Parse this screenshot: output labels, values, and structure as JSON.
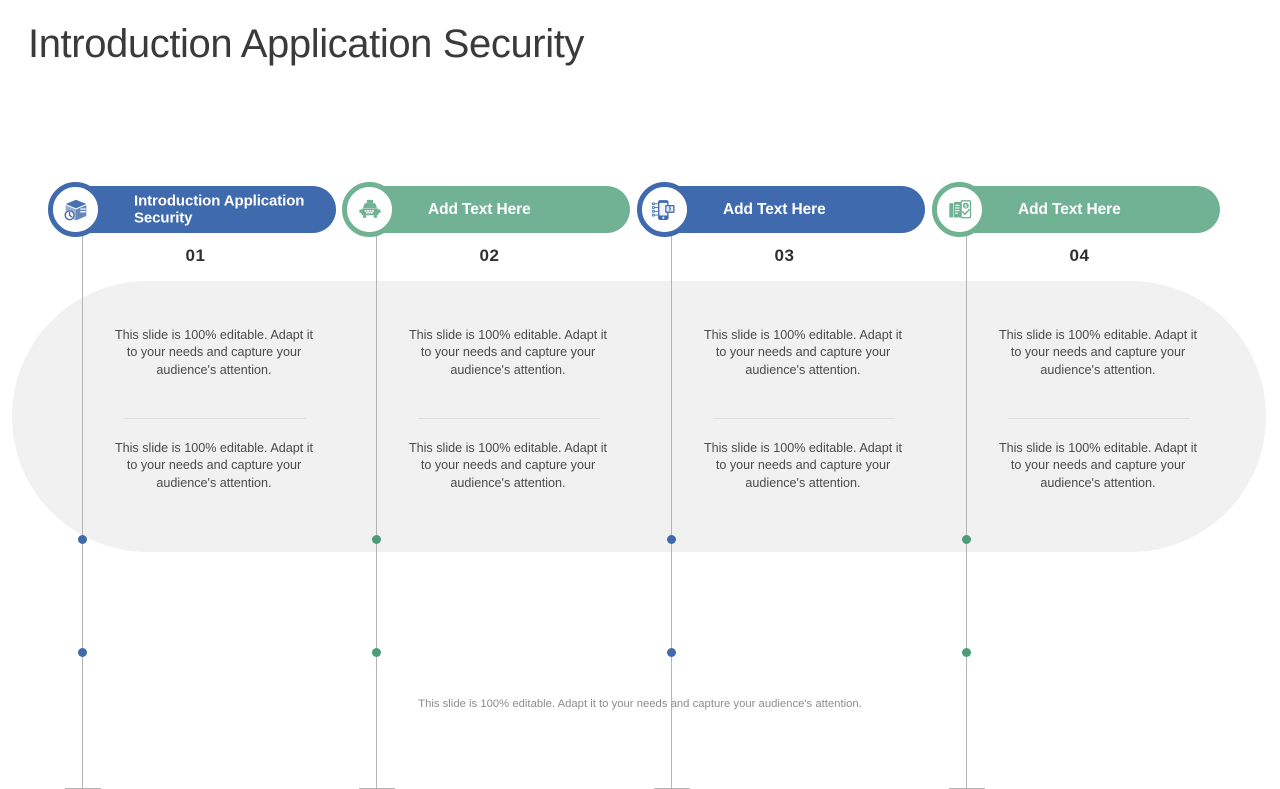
{
  "slide": {
    "title": "Introduction Application Security",
    "footer": "This slide is 100% editable. Adapt it to your needs and capture your audience's attention."
  },
  "colors": {
    "blue": "#3f6aad",
    "green": "#71b295",
    "bullet_blue": "#3f6aad",
    "bullet_green": "#4c9c77",
    "backdrop": "#f1f1f1",
    "connector": "#b4b4b4",
    "divider": "#dedede",
    "title_text": "#3a3a3a",
    "body_text": "#4a4a4a",
    "footer_text": "#8d8d8d"
  },
  "body_text": "This slide is 100% editable. Adapt it to your needs and capture your audience's attention.",
  "columns": [
    {
      "number": "01",
      "label": "Introduction Application Security",
      "accent": "blue",
      "icon": "package-clock-icon",
      "paragraphs": [
        "This slide is 100% editable. Adapt it to your needs and capture your audience's attention.",
        "This slide is 100% editable. Adapt it to your needs and capture your audience's attention."
      ]
    },
    {
      "number": "02",
      "label": "Add Text Here",
      "accent": "green",
      "icon": "taxi-icon",
      "paragraphs": [
        "This slide is 100% editable. Adapt it to your needs and capture your audience's attention.",
        "This slide is 100% editable. Adapt it to your needs and capture your audience's attention."
      ]
    },
    {
      "number": "03",
      "label": "Add Text Here",
      "accent": "blue",
      "icon": "mobile-payment-icon",
      "paragraphs": [
        "This slide is 100% editable. Adapt it to your needs and capture your audience's attention.",
        "This slide is 100% editable. Adapt it to your needs and capture your audience's attention."
      ]
    },
    {
      "number": "04",
      "label": "Add Text Here",
      "accent": "green",
      "icon": "document-check-icon",
      "paragraphs": [
        "This slide is 100% editable. Adapt it to your needs and capture your audience's attention.",
        "This slide is 100% editable. Adapt it to your needs and capture your audience's attention."
      ]
    }
  ]
}
